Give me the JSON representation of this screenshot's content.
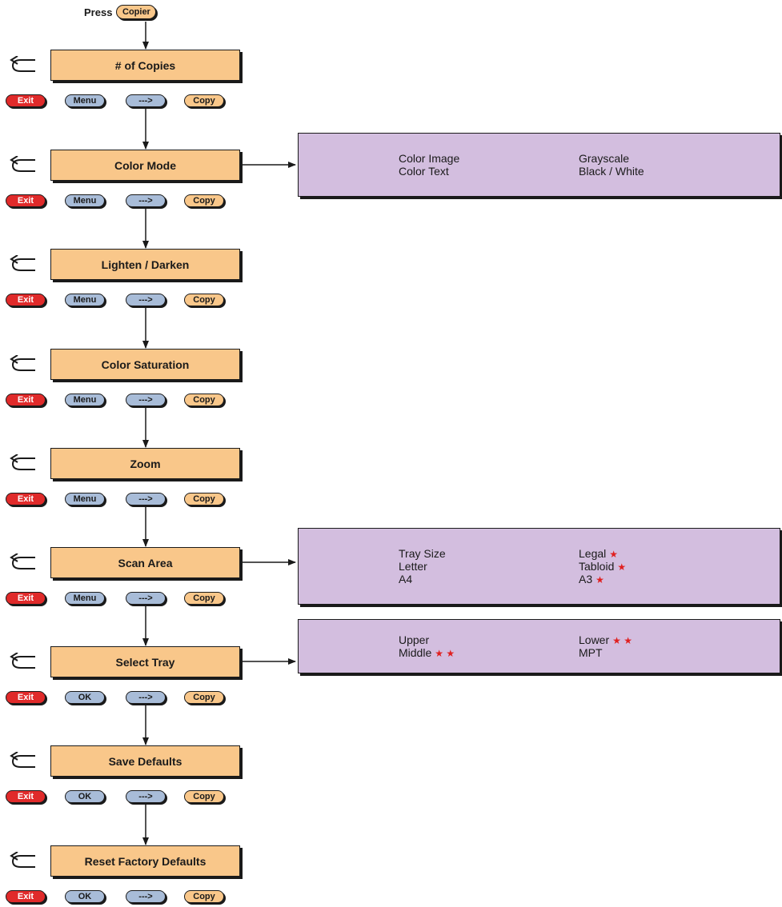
{
  "start": {
    "press_label": "Press",
    "button": "Copier"
  },
  "colors": {
    "step_fill": "#f9c78a",
    "panel_fill": "#d3bedf",
    "blue_button": "#a8bcd8",
    "exit_button": "#e02a2a",
    "star": "#e02020"
  },
  "icons": {
    "back": "return-arrow-icon",
    "star": "star-icon"
  },
  "steps": [
    {
      "title": "# of Copies",
      "buttons": [
        "Exit",
        "Menu",
        "--->",
        "Copy"
      ]
    },
    {
      "title": "Color Mode",
      "buttons": [
        "Exit",
        "Menu",
        "--->",
        "Copy"
      ]
    },
    {
      "title": "Lighten / Darken",
      "buttons": [
        "Exit",
        "Menu",
        "--->",
        "Copy"
      ]
    },
    {
      "title": "Color Saturation",
      "buttons": [
        "Exit",
        "Menu",
        "--->",
        "Copy"
      ]
    },
    {
      "title": "Zoom",
      "buttons": [
        "Exit",
        "Menu",
        "--->",
        "Copy"
      ]
    },
    {
      "title": "Scan Area",
      "buttons": [
        "Exit",
        "Menu",
        "--->",
        "Copy"
      ]
    },
    {
      "title": "Select Tray",
      "buttons": [
        "Exit",
        "OK",
        "--->",
        "Copy"
      ]
    },
    {
      "title": "Save Defaults",
      "buttons": [
        "Exit",
        "OK",
        "--->",
        "Copy"
      ]
    },
    {
      "title": "Reset Factory Defaults",
      "buttons": [
        "Exit",
        "OK",
        "--->",
        "Copy"
      ]
    }
  ],
  "panels": [
    {
      "step": "Color Mode",
      "left": [
        {
          "text": "Color Image",
          "stars": 0
        },
        {
          "text": "Color Text",
          "stars": 0
        }
      ],
      "right": [
        {
          "text": "Grayscale",
          "stars": 0
        },
        {
          "text": "Black / White",
          "stars": 0
        }
      ]
    },
    {
      "step": "Scan Area",
      "left": [
        {
          "text": "Tray Size",
          "stars": 0
        },
        {
          "text": "Letter",
          "stars": 0
        },
        {
          "text": "A4",
          "stars": 0
        }
      ],
      "right": [
        {
          "text": "Legal",
          "stars": 1
        },
        {
          "text": "Tabloid",
          "stars": 1
        },
        {
          "text": "A3",
          "stars": 1
        }
      ]
    },
    {
      "step": "Select Tray",
      "left": [
        {
          "text": "Upper",
          "stars": 0
        },
        {
          "text": "Middle",
          "stars": 2
        }
      ],
      "right": [
        {
          "text": "Lower",
          "stars": 2
        },
        {
          "text": "MPT",
          "stars": 0
        }
      ]
    }
  ]
}
